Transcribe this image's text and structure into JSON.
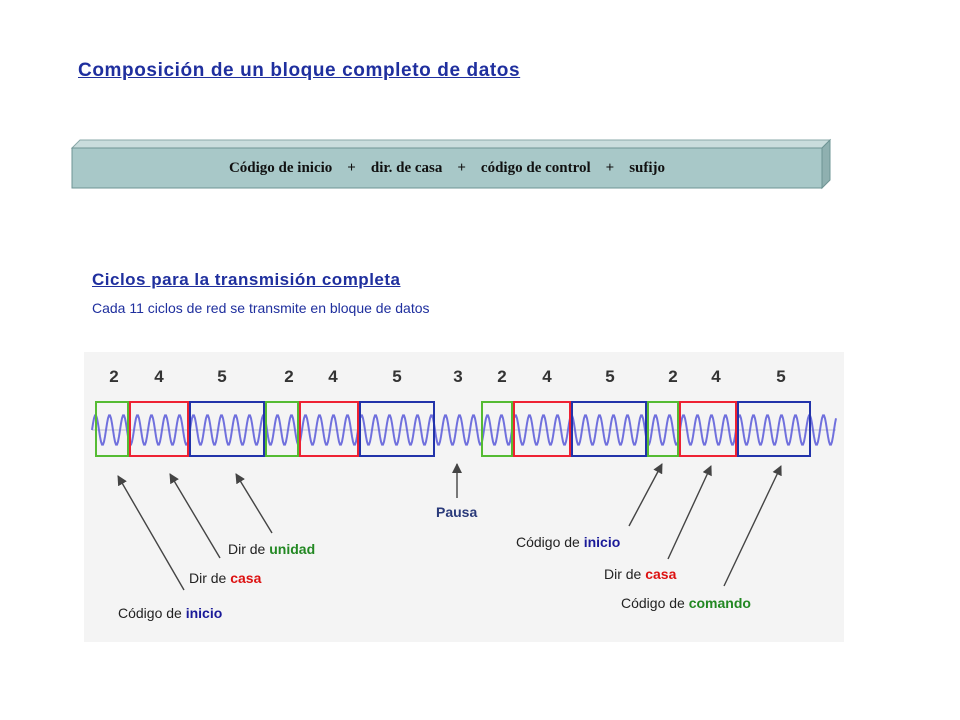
{
  "heading": {
    "title": "Composición de un bloque completo de datos"
  },
  "block_bar": {
    "text": "Código de inicio    +    dir. de casa    +    código de control    +    sufijo",
    "face_color": "#a8c8c8",
    "edge_color": "#6e9494"
  },
  "cycles_section": {
    "title": "Ciclos para la transmisión completa",
    "subtitle": "Cada 11 ciclos de red se transmite en bloque de datos"
  },
  "diagram": {
    "numbers": [
      "2",
      "4",
      "5",
      "2",
      "4",
      "5",
      "3",
      "2",
      "4",
      "5",
      "2",
      "4",
      "5"
    ],
    "wave_color": "#7070dd",
    "box_colors": {
      "inicio": "#55bb33",
      "casa": "#ee2233",
      "unidad": "#2233aa"
    },
    "labels": {
      "unidad_left": {
        "prefix": "Dir de ",
        "emph": "unidad"
      },
      "casa_left": {
        "prefix": "Dir de ",
        "emph": "casa"
      },
      "inicio_left": {
        "prefix": "Código de ",
        "emph": "inicio"
      },
      "pausa": "Pausa",
      "inicio_right": {
        "prefix": "Código de ",
        "emph": "inicio"
      },
      "casa_right": {
        "prefix": "Dir de ",
        "emph": "casa"
      },
      "comando_right": {
        "prefix": "Código de ",
        "emph": "comando"
      }
    },
    "emph_colors": {
      "red": "#dd1111",
      "green": "#228822",
      "blue": "#1a1a99"
    }
  }
}
